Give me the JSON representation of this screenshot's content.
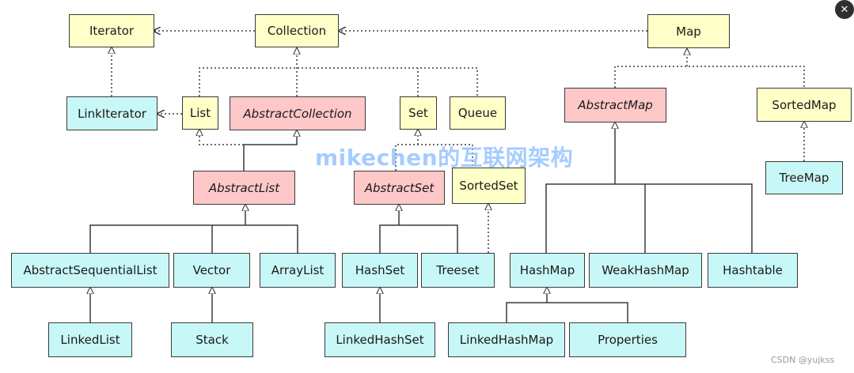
{
  "nodes": {
    "iterator": "Iterator",
    "collection": "Collection",
    "map": "Map",
    "link_iterator": "LinkIterator",
    "list": "List",
    "abstract_collection": "AbstractCollection",
    "set": "Set",
    "queue": "Queue",
    "abstract_map": "AbstractMap",
    "sorted_map": "SortedMap",
    "tree_map": "TreeMap",
    "abstract_list": "AbstractList",
    "abstract_set": "AbstractSet",
    "sorted_set": "SortedSet",
    "abstract_sequential_list": "AbstractSequentialList",
    "vector": "Vector",
    "array_list": "ArrayList",
    "hash_set": "HashSet",
    "tree_set": "Treeset",
    "hash_map": "HashMap",
    "weak_hash_map": "WeakHashMap",
    "hashtable": "Hashtable",
    "linked_list": "LinkedList",
    "stack": "Stack",
    "linked_hash_set": "LinkedHashSet",
    "linked_hash_map": "LinkedHashMap",
    "properties": "Properties"
  },
  "watermark": "mikechen的互联网架构",
  "credit": "CSDN @yujkss",
  "close_label": "✕",
  "colors": {
    "interface": "#ffffc8",
    "abstract": "#ffc8c8",
    "concrete": "#c8f7f7",
    "line": "#3a3a3a"
  }
}
